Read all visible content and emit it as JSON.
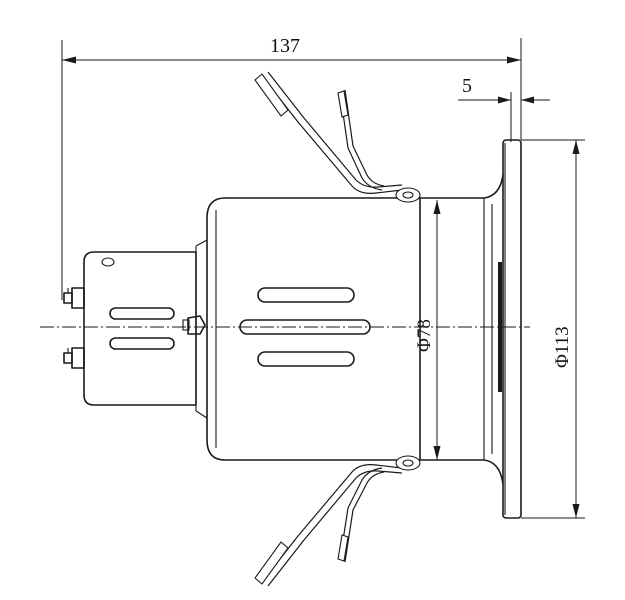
{
  "drawing": {
    "type": "technical outline drawing",
    "dimensions": {
      "overall_length": "137",
      "flange_thickness": "5",
      "body_diameter": "Φ78",
      "flange_diameter": "Φ113"
    }
  }
}
